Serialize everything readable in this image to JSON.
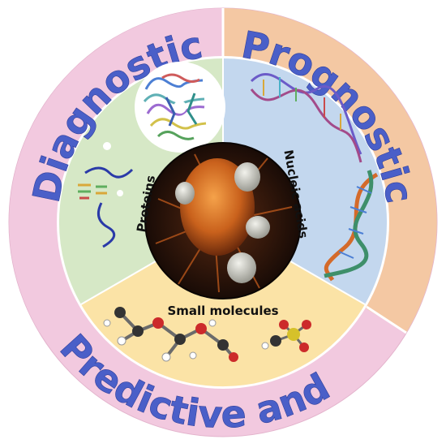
{
  "ring": {
    "diagnostic": "Diagnostic",
    "prognostic": "Prognostic",
    "predictive_and": "Predictive and",
    "colors": {
      "diagnostic_ring": "#f2c9df",
      "prognostic_ring": "#f4c8a3",
      "predictive_ring": "#f2c9df",
      "text": "#4a5fc8"
    }
  },
  "sectors": {
    "proteins": "Proteins",
    "nucleic_acids": "Nucleic acids",
    "small_molecules": "Small molecules",
    "colors": {
      "proteins": "#d6e8c6",
      "nucleic_acids": "#c3d7ee",
      "small_molecules": "#fbe3a6"
    }
  },
  "center": {
    "icon": "cancer-cell-icon",
    "colors": {
      "cell": "#d9782b",
      "background": "#1c0d07"
    }
  }
}
